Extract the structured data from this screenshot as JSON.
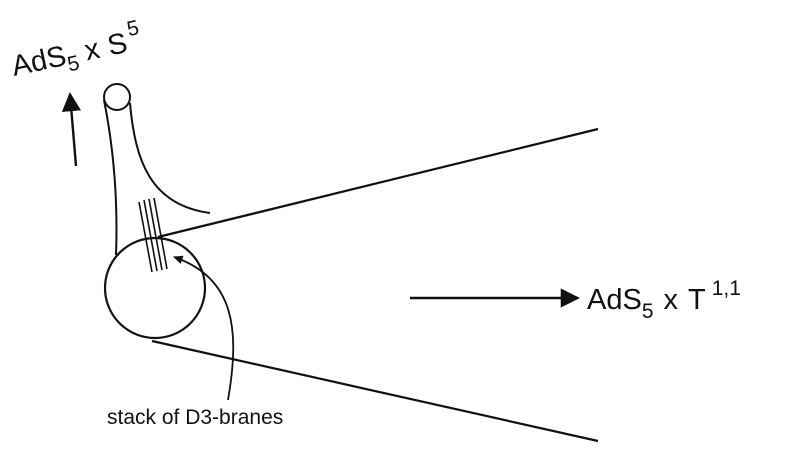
{
  "diagram": {
    "left_label": {
      "base": "AdS",
      "sub": "5",
      "times": "x",
      "space": "S",
      "sup": "5"
    },
    "right_label": {
      "base": "AdS",
      "sub": "5",
      "times": "x",
      "space": "T",
      "sup": "1,1"
    },
    "caption": "stack of D3-branes",
    "colors": {
      "stroke": "#111111",
      "background": "#ffffff"
    }
  }
}
